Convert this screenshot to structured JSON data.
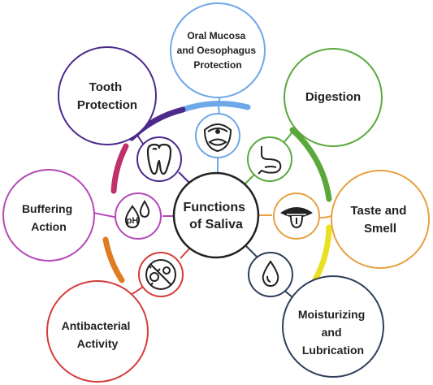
{
  "center": {
    "line1": "Functions",
    "line2": "of Saliva"
  },
  "functions": [
    {
      "lines": [
        "Oral Mucosa",
        "and Oesophagus",
        "Protection"
      ],
      "color": "#6fa8e8",
      "icon": "open-mouth-icon"
    },
    {
      "lines": [
        "Digestion"
      ],
      "color": "#5aa83c",
      "icon": "stomach-icon"
    },
    {
      "lines": [
        "Taste and",
        "Smell"
      ],
      "color": "#e8a040",
      "icon": "tongue-mouth-icon"
    },
    {
      "lines": [
        "Moisturizing",
        "and",
        "Lubrication"
      ],
      "color": "#2f3f5a",
      "icon": "water-drop-icon"
    },
    {
      "lines": [
        "Antibacterial",
        "Activity"
      ],
      "color": "#d63b3b",
      "icon": "antibacterial-icon"
    },
    {
      "lines": [
        "Buffering",
        "Action"
      ],
      "color": "#b548b8",
      "icon": "ph-drops-icon"
    },
    {
      "lines": [
        "Tooth",
        "Protection"
      ],
      "color": "#4b2a8c",
      "icon": "tooth-icon"
    }
  ],
  "icon_text": {
    "ph": "pH"
  }
}
